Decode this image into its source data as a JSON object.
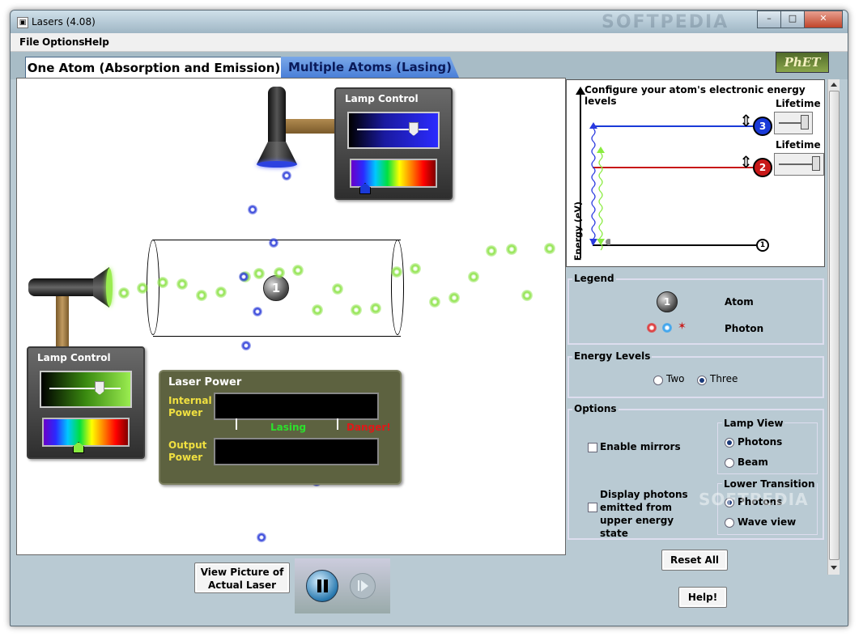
{
  "window": {
    "title": "Lasers (4.08)",
    "controls": [
      "–",
      "□",
      "✕"
    ]
  },
  "menu": [
    "File",
    "Options",
    "Help"
  ],
  "tabs": [
    {
      "label": "One Atom (Absorption and Emission)",
      "active": true
    },
    {
      "label": "Multiple Atoms (Lasing)",
      "active": false
    }
  ],
  "logo": "PhET",
  "watermark": "SOFTPEDIA",
  "lamp_top": {
    "title": "Lamp Control",
    "intensity": 0.8,
    "wavelength_marker": 0.1
  },
  "lamp_left": {
    "title": "Lamp Control",
    "intensity": 0.65,
    "wavelength_marker": 0.38
  },
  "atom_in_tube": "1",
  "laser_power": {
    "title": "Laser Power",
    "internal_label": "Internal Power",
    "output_label": "Output Power",
    "lasing_label": "Lasing",
    "danger_label": "Danger!"
  },
  "energy": {
    "title": "Configure your atom's electronic energy levels",
    "axis_label": "Energy (eV)",
    "lifetime_label": "Lifetime",
    "levels": [
      {
        "num": "3",
        "color": "#1a3ad8"
      },
      {
        "num": "2",
        "color": "#c81818"
      },
      {
        "num": "1",
        "color": "#111111"
      }
    ]
  },
  "legend": {
    "title": "Legend",
    "atom_label": "Atom",
    "photon_label": "Photon",
    "atom_num": "1"
  },
  "energy_levels": {
    "title": "Energy Levels",
    "options": [
      "Two",
      "Three"
    ],
    "selected": "Three"
  },
  "options": {
    "title": "Options",
    "enable_mirrors": "Enable mirrors",
    "display_photons": "Display photons emitted from upper energy state",
    "lamp_view": {
      "title": "Lamp View",
      "options": [
        "Photons",
        "Beam"
      ],
      "selected": "Photons"
    },
    "lower_transition": {
      "title": "Lower Transition",
      "options": [
        "Photons",
        "Wave view"
      ],
      "selected": "Photons"
    }
  },
  "buttons": {
    "reset_all": "Reset All",
    "help": "Help!",
    "view_picture": "View Picture of Actual Laser"
  }
}
